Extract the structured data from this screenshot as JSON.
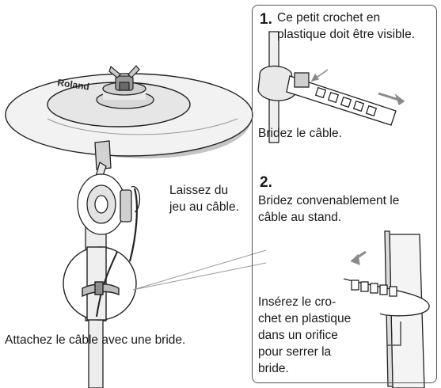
{
  "brand_logo_text": "Roland",
  "left": {
    "slack_line1": "Laissez du",
    "slack_line2": "jeu au câble.",
    "attach_caption": "Attachez le câble avec une bride."
  },
  "step1": {
    "number": "1.",
    "line1": "Ce petit crochet en",
    "line2": "plastique doit être visible.",
    "caption": "Bridez le câble."
  },
  "step2": {
    "number": "2.",
    "line1": "Bridez convenablement le",
    "line2": "câble au stand."
  },
  "insert_note": {
    "line1": "Insérez le cro-",
    "line2": "chet en plastique",
    "line3": "dans un orifice",
    "line4": "pour serrer la",
    "line5": "bride."
  },
  "colors": {
    "line": "#222222",
    "cymbal_face": "#f2f2f2",
    "cymbal_shadow": "#bdbdbd",
    "arrow_grey": "#8a8a8a",
    "panel_border": "#555555"
  }
}
